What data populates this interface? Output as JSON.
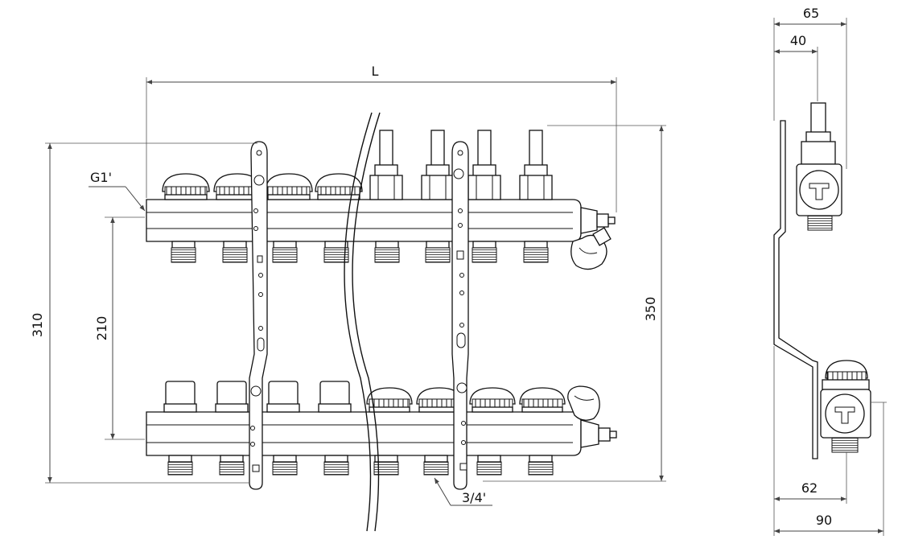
{
  "colors": {
    "ink": "#111111",
    "dimension": "#444444",
    "background": "#ffffff"
  },
  "dimensions": {
    "length": "L",
    "height_total": "310",
    "height_bars": "210",
    "height_overall": "350",
    "depth_65": "65",
    "depth_40": "40",
    "depth_62": "62",
    "depth_90": "90"
  },
  "threads": {
    "main": "G1'",
    "outlet": "3/4'"
  }
}
